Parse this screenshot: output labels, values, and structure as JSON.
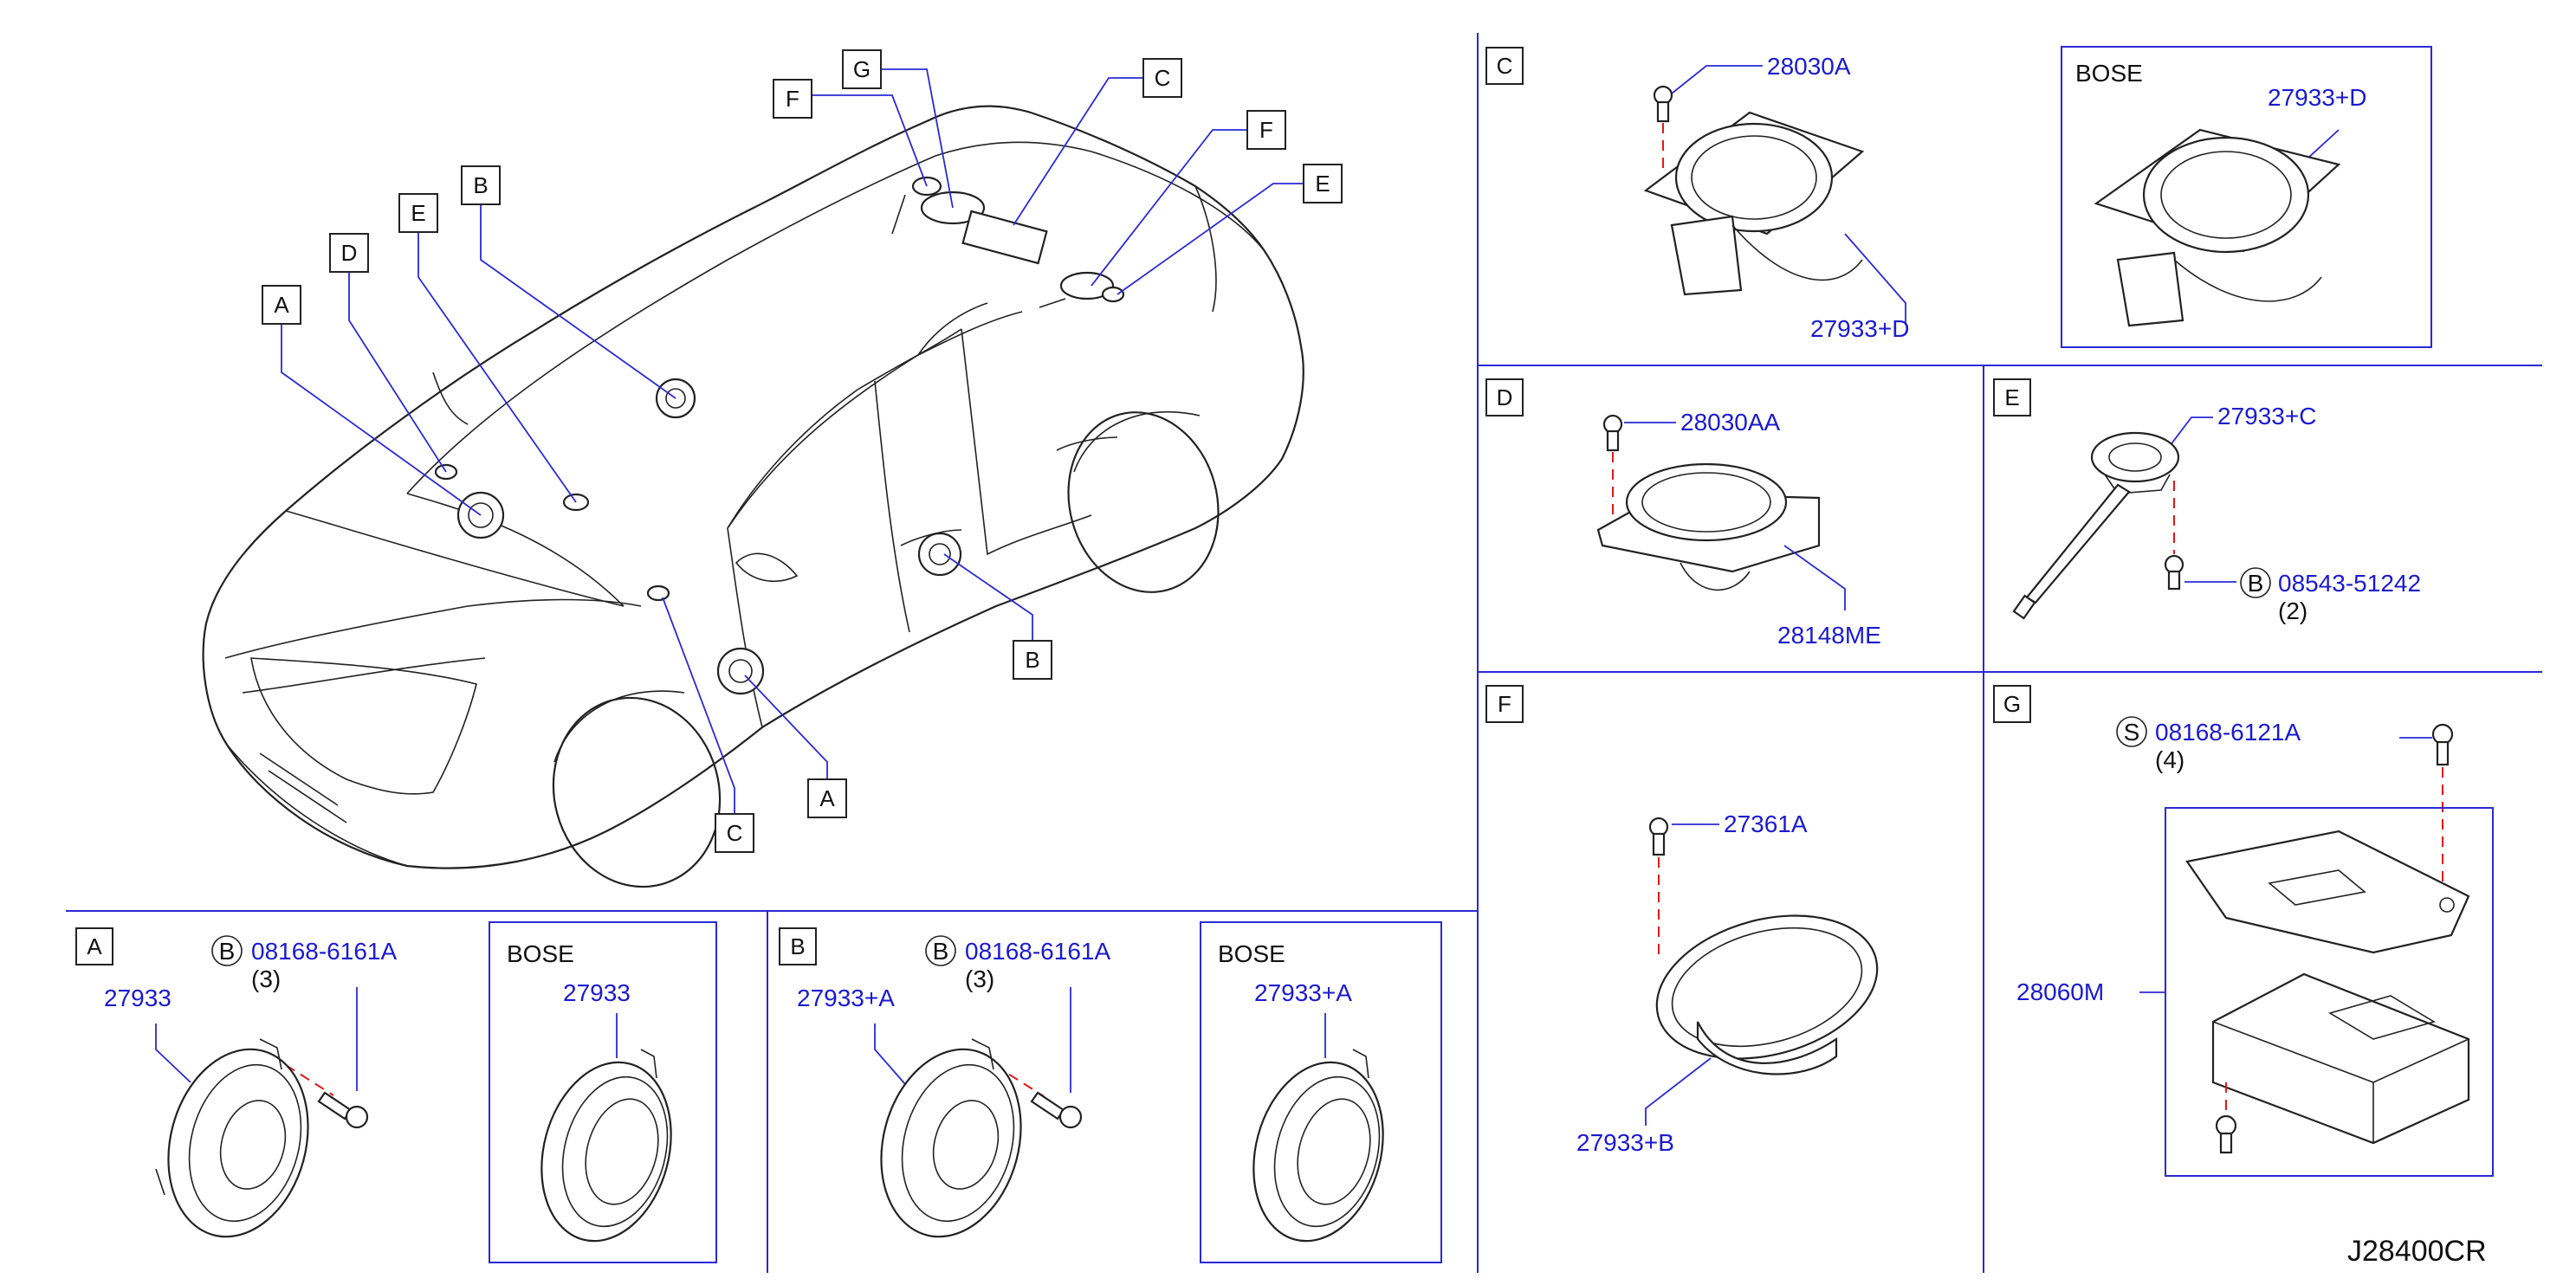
{
  "overview_callouts": [
    "A",
    "B",
    "C",
    "D",
    "E",
    "F",
    "G",
    "F",
    "E",
    "B",
    "A",
    "C"
  ],
  "panels": {
    "A": {
      "label": "A",
      "screw_mark": "B",
      "screw_pn": "08168-6161A",
      "screw_qty": "(3)",
      "speaker_pn": "27933",
      "bose_label": "BOSE",
      "bose_pn": "27933"
    },
    "B": {
      "label": "B",
      "screw_mark": "B",
      "screw_pn": "08168-6161A",
      "screw_qty": "(3)",
      "speaker_pn": "27933+A",
      "bose_label": "BOSE",
      "bose_pn": "27933+A"
    },
    "C": {
      "label": "C",
      "screw_pn": "28030A",
      "speaker_pn": "27933+D",
      "bose_label": "BOSE",
      "bose_pn": "27933+D"
    },
    "D": {
      "label": "D",
      "screw_pn": "28030AA",
      "speaker_pn": "28148ME"
    },
    "E": {
      "label": "E",
      "speaker_pn": "27933+C",
      "screw_mark": "B",
      "screw_pn": "08543-51242",
      "screw_qty": "(2)"
    },
    "F": {
      "label": "F",
      "screw_pn": "27361A",
      "speaker_pn": "27933+B"
    },
    "G": {
      "label": "G",
      "screw_mark": "S",
      "screw_pn": "08168-6121A",
      "screw_qty": "(4)",
      "amp_pn": "28060M"
    }
  },
  "diagram_code": "J28400CR",
  "colors": {
    "part_number": "#1a1ad0",
    "leader": "#2a2ad6",
    "dashed_fastener_line": "#e01818",
    "outline": "#222222"
  }
}
